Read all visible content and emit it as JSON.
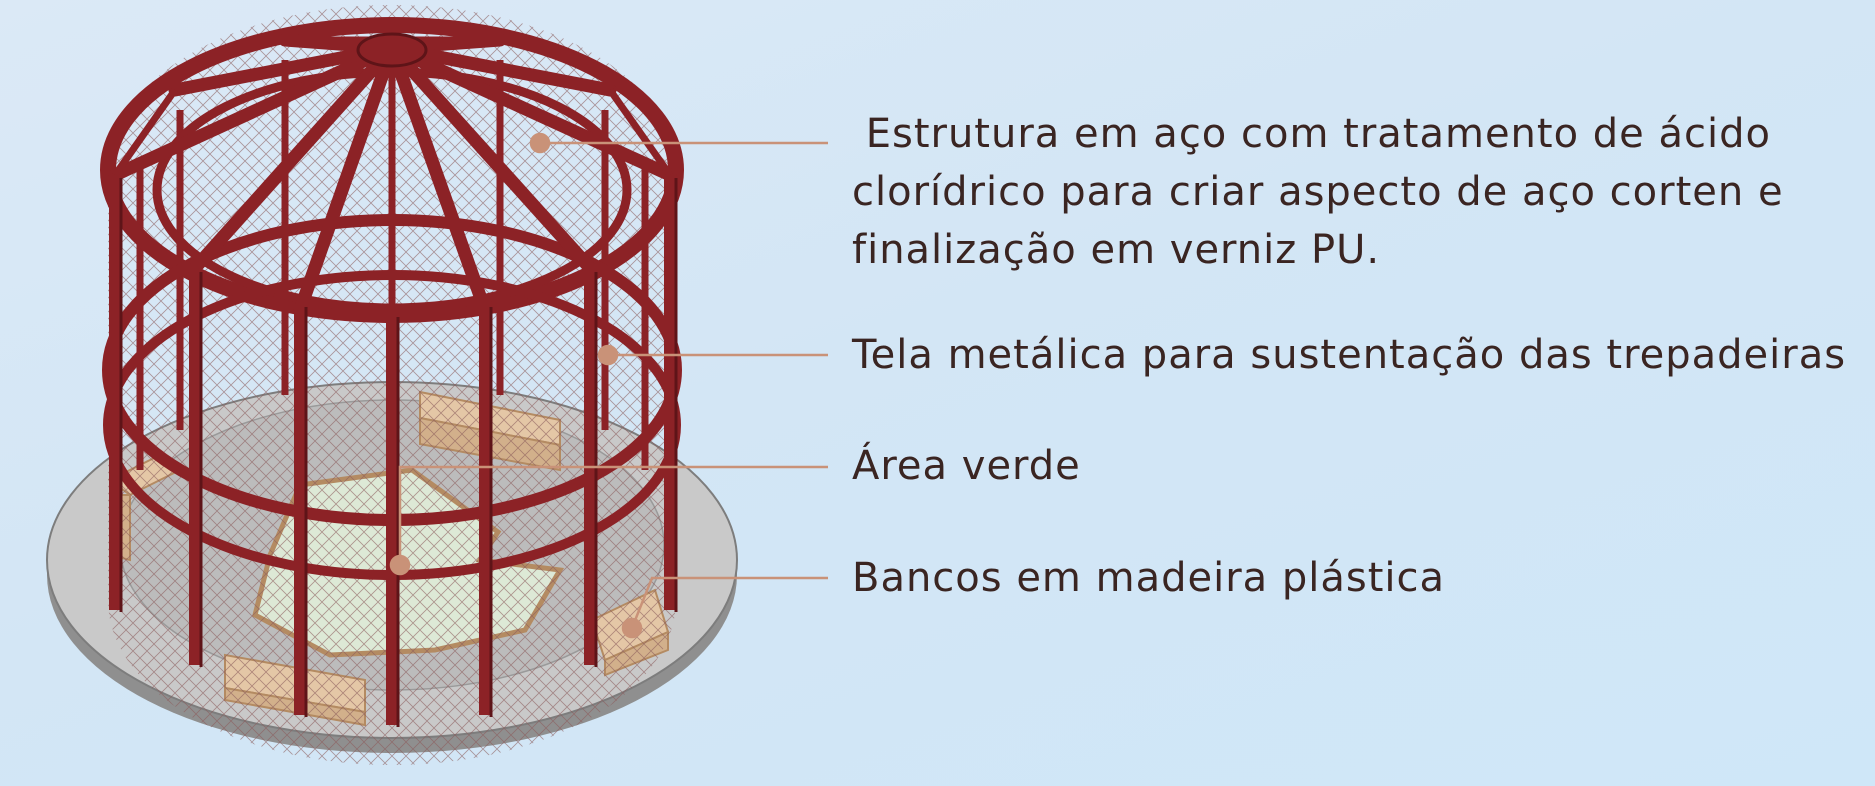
{
  "colors": {
    "steel": "#8c2226",
    "steel_dark": "#5e1418",
    "steel_light": "#a8353a",
    "leader": "#c99278",
    "text": "#3a2522",
    "base": "#c9c9c9",
    "base_edge": "#8f8f8f",
    "floor": "#bdbdbd",
    "green_area": "#dde9d6",
    "wood": "#e4c7a6",
    "wood_edge": "#b48b62",
    "mesh": "#8a5a5a"
  },
  "labels": [
    {
      "id": "estrutura",
      "lines": [
        " Estrutura em aço com tratamento de ácido",
        "clorídrico para criar aspecto de aço corten e",
        "finalização em verniz PU."
      ]
    },
    {
      "id": "tela",
      "lines": [
        "Tela metálica para sustentação das trepadeiras"
      ]
    },
    {
      "id": "area-verde",
      "lines": [
        "Área verde"
      ]
    },
    {
      "id": "bancos",
      "lines": [
        "Bancos em madeira plástica"
      ]
    }
  ]
}
